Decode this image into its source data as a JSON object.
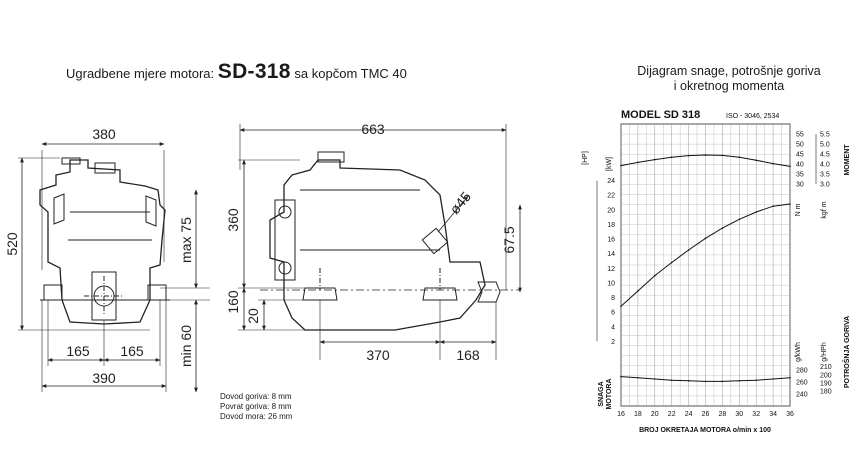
{
  "header": {
    "left_prefix": "Ugradbene mjere motora:",
    "model": "SD-318",
    "left_suffix": "sa kopčom TMC 40",
    "right_line1": "Dijagram snage, potrošnje goriva",
    "right_line2": "i okretnog momenta"
  },
  "front_view": {
    "width_top": "380",
    "height": "520",
    "max_label": "max 75",
    "min_label": "min 60",
    "half_left": "165",
    "half_right": "165",
    "width_bottom": "390"
  },
  "side_view": {
    "length": "663",
    "height_upper": "360",
    "height_lower_a": "160",
    "height_lower_b": "20",
    "mount_spacing": "370",
    "rear_offset": "168",
    "diameter": "ø45",
    "shaft_height": "67.5"
  },
  "notes": {
    "fuel_supply": "Dovod goriva: 8 mm",
    "fuel_return": "Povrat goriva: 8 mm",
    "sea_water": "Dovod mora: 26 mm"
  },
  "chart_data": {
    "type": "line",
    "title": "MODEL SD 318",
    "subtitle": "ISO - 3046, 2534",
    "xlabel": "BROJ OKRETAJA MOTORA o/min x 100",
    "x_ticks": [
      "16",
      "18",
      "20",
      "22",
      "24",
      "26",
      "28",
      "30",
      "32",
      "34",
      "36"
    ],
    "xlim": [
      16,
      36
    ],
    "power_axis": {
      "label": "SNAGA MOTORA",
      "unit_hp": "[HP]",
      "unit_kw": "[kW]",
      "hp_ticks": [
        "2",
        "4",
        "6",
        "8",
        "10",
        "12",
        "14",
        "16",
        "18",
        "20",
        "22",
        "24"
      ],
      "ylim": [
        0,
        26
      ]
    },
    "torque_axis": {
      "label": "MOMENT",
      "unit_nm": "N m",
      "unit_kgfm": "kgf m",
      "nm_ticks": [
        "30",
        "35",
        "40",
        "45",
        "50",
        "55"
      ],
      "kgfm_ticks": [
        "3.0",
        "3.5",
        "4.0",
        "4.5",
        "5.0",
        "5.5"
      ],
      "ylim": [
        30,
        55
      ]
    },
    "fuel_axis": {
      "label": "POTROŠNJA GORIVA",
      "unit_gkwh": "g/kWh",
      "unit_ghph": "g/HPh",
      "gkwh_ticks": [
        "240",
        "260",
        "280"
      ],
      "ghph_ticks": [
        "180",
        "190",
        "200",
        "210"
      ],
      "ylim": [
        230,
        290
      ]
    },
    "series": [
      {
        "axis": "torque",
        "x": [
          16,
          18,
          20,
          22,
          24,
          26,
          28,
          30,
          32,
          34,
          36
        ],
        "values": [
          39.2,
          40.8,
          42.2,
          43.4,
          44.2,
          44.5,
          44.3,
          43.4,
          41.9,
          40.2,
          38.8
        ]
      },
      {
        "axis": "power",
        "x": [
          16,
          18,
          20,
          22,
          24,
          26,
          28,
          30,
          32,
          34,
          36
        ],
        "values": [
          6.8,
          8.9,
          11.0,
          12.8,
          14.5,
          16.1,
          17.5,
          18.7,
          19.7,
          20.5,
          20.8
        ]
      },
      {
        "axis": "fuel",
        "x": [
          16,
          18,
          20,
          22,
          24,
          26,
          28,
          30,
          32,
          34,
          36
        ],
        "values": [
          269,
          267,
          265,
          263,
          262,
          261,
          261,
          262,
          263,
          265,
          267
        ]
      }
    ]
  }
}
